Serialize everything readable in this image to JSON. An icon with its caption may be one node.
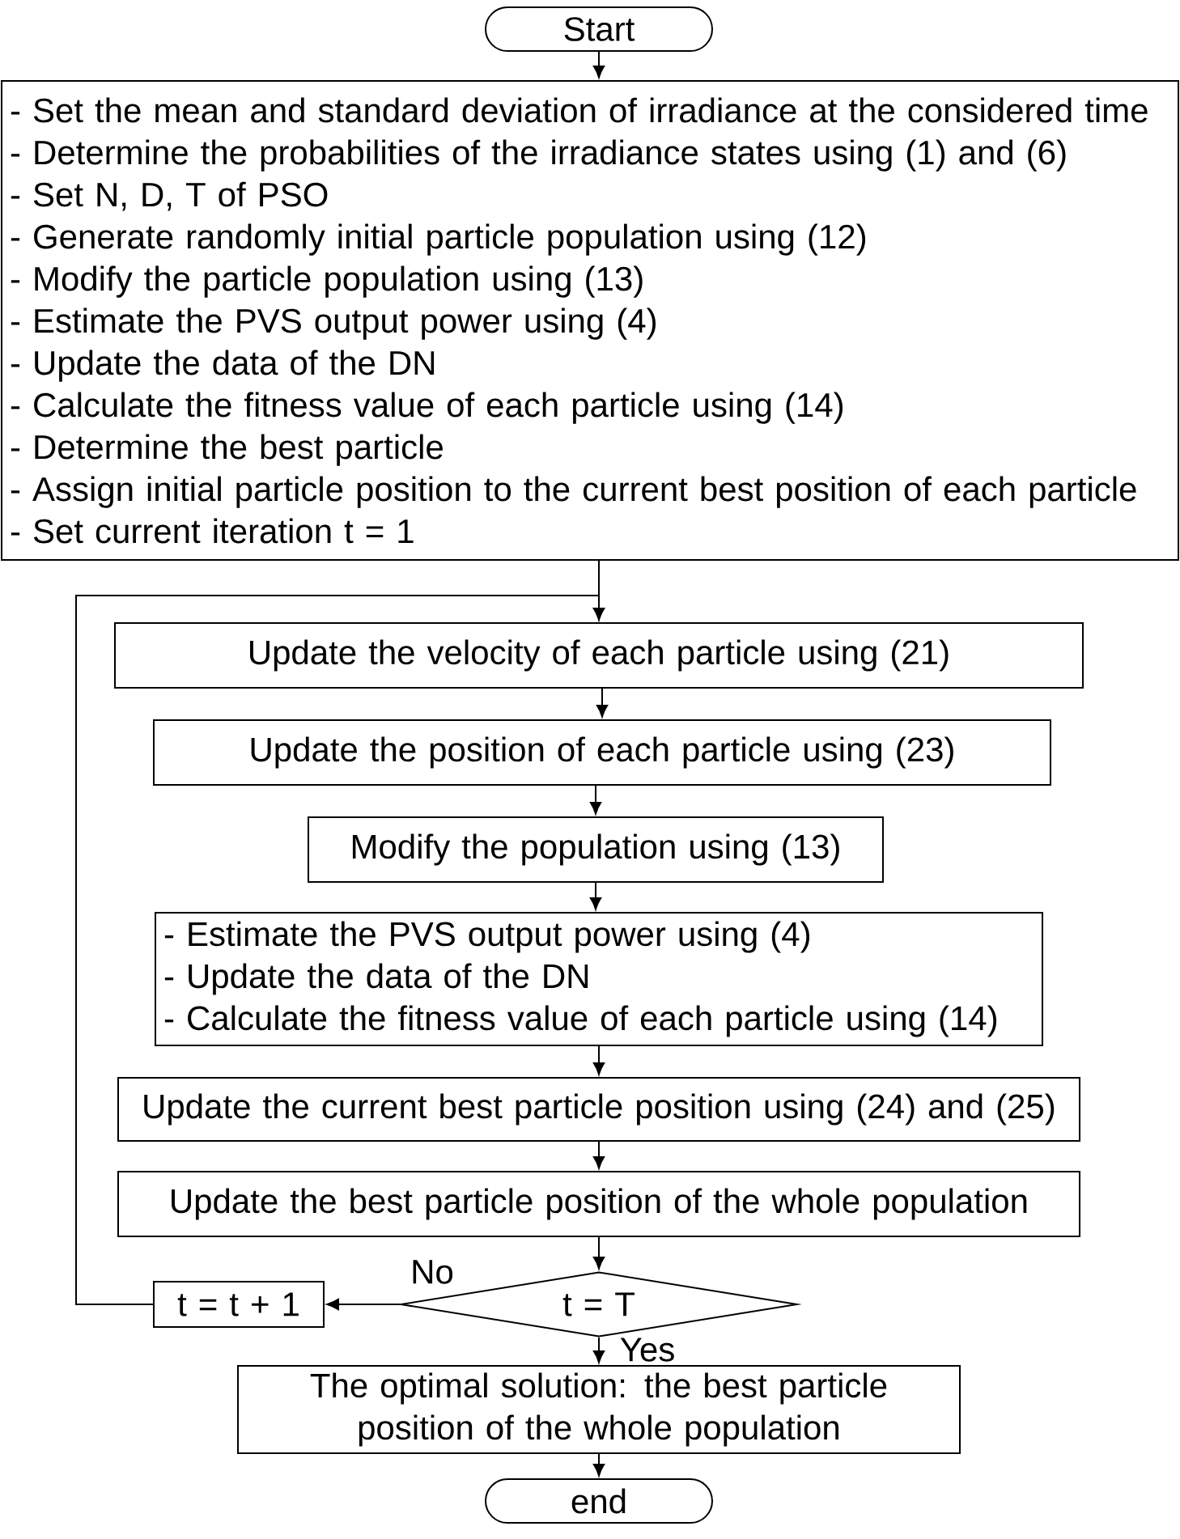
{
  "diagram": {
    "nodes": [
      {
        "text": [
          "Start"
        ]
      },
      {
        "text": [
          "- Set the mean and standard deviation of irradiance at the considered time",
          "- Determine the probabilities of the irradiance states using (1) and (6)",
          "- Set N, D, T of PSO",
          "- Generate randomly initial particle population using (12)",
          "- Modify the particle population using (13)",
          "- Estimate the PVS output power using (4)",
          "- Update the data of the DN",
          "- Calculate the fitness value of each particle using (14)",
          "- Determine the best particle",
          "- Assign initial particle position to the current best position of each particle",
          "- Set current iteration t = 1"
        ]
      },
      {
        "text": [
          "Update the velocity of each particle using (21)"
        ]
      },
      {
        "text": [
          "Update the position of each particle using (23)"
        ]
      },
      {
        "text": [
          "Modify the population using (13)"
        ]
      },
      {
        "text": [
          "- Estimate the PVS output power using (4)",
          "- Update the data of the DN",
          "- Calculate the fitness value of each particle using (14)"
        ]
      },
      {
        "text": [
          "Update the current best particle position using (24) and (25)"
        ]
      },
      {
        "text": [
          "Update the best particle position of the whole population"
        ]
      },
      {
        "text": [
          "t = T"
        ]
      },
      {
        "text": [
          "t = t + 1"
        ]
      },
      {
        "text": [
          "The optimal solution: the best particle position of the whole population"
        ]
      },
      {
        "text": [
          "end"
        ]
      }
    ],
    "edges": [
      {
        "from": 0,
        "to": 1,
        "arrow": "to"
      },
      {
        "from": 1,
        "to": 2,
        "arrow": "to"
      },
      {
        "from": 2,
        "to": 3,
        "arrow": "to"
      },
      {
        "from": 3,
        "to": 4,
        "arrow": "to"
      },
      {
        "from": 4,
        "to": 5,
        "arrow": "to"
      },
      {
        "from": 5,
        "to": 6,
        "arrow": "to"
      },
      {
        "from": 6,
        "to": 7,
        "arrow": "to"
      },
      {
        "from": 7,
        "to": 8,
        "arrow": "to"
      },
      {
        "from": 8,
        "to": 9,
        "arrow": "to",
        "label": "No"
      },
      {
        "from": 8,
        "to": 10,
        "arrow": "to",
        "label": "Yes"
      },
      {
        "from": 9,
        "to": 2,
        "arrow": "to"
      },
      {
        "from": 10,
        "to": 11,
        "arrow": "to"
      }
    ]
  }
}
